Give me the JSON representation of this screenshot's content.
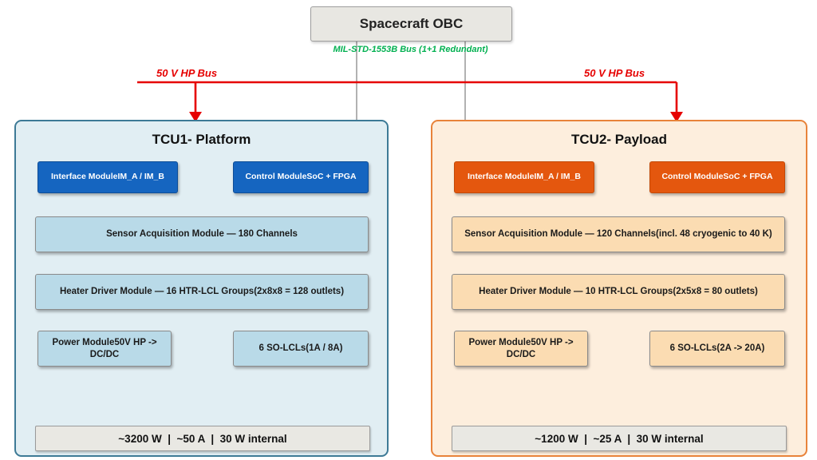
{
  "colors": {
    "bus_1553_green": "#00B050",
    "hp_bus_red": "#E60000",
    "tcu1_accent": "#1565C0",
    "tcu1_container_fill": "#E1EEF3",
    "tcu1_module_fill": "#B9DAE8",
    "tcu2_accent": "#E4570E",
    "tcu2_container_fill": "#FDEEDD",
    "tcu2_module_fill": "#FBDCB2"
  },
  "obc": {
    "label": "Spacecraft OBC"
  },
  "buses": {
    "mil1553_label": "MIL-STD-1553B Bus (1+1 Redundant)",
    "hp_left_label": "50 V HP Bus",
    "hp_right_label": "50 V HP Bus"
  },
  "tcu1": {
    "title": "TCU1- Platform",
    "modules": {
      "interface": "Interface ModuleIM_A / IM_B",
      "control": "Control ModuleSoC + FPGA",
      "sensor": "Sensor Acquisition Module — 180 Channels",
      "heater": "Heater Driver Module — 16 HTR-LCL Groups(2x8x8 = 128 outlets)",
      "power": "Power Module50V HP -> DC/DC",
      "so_lcl": "6 SO-LCLs(1A / 8A)"
    },
    "summary": "~3200 W  |  ~50 A  |  30 W internal"
  },
  "tcu2": {
    "title": "TCU2- Payload",
    "modules": {
      "interface": "Interface ModuleIM_A / IM_B",
      "control": "Control ModuleSoC + FPGA",
      "sensor": "Sensor Acquisition Module — 120 Channels(incl. 48 cryogenic to 40 K)",
      "heater": "Heater Driver Module — 10 HTR-LCL Groups(2x5x8 = 80 outlets)",
      "power": "Power Module50V HP -> DC/DC",
      "so_lcl": "6 SO-LCLs(2A -> 20A)"
    },
    "summary": "~1200 W  |  ~25 A  |  30 W internal"
  }
}
